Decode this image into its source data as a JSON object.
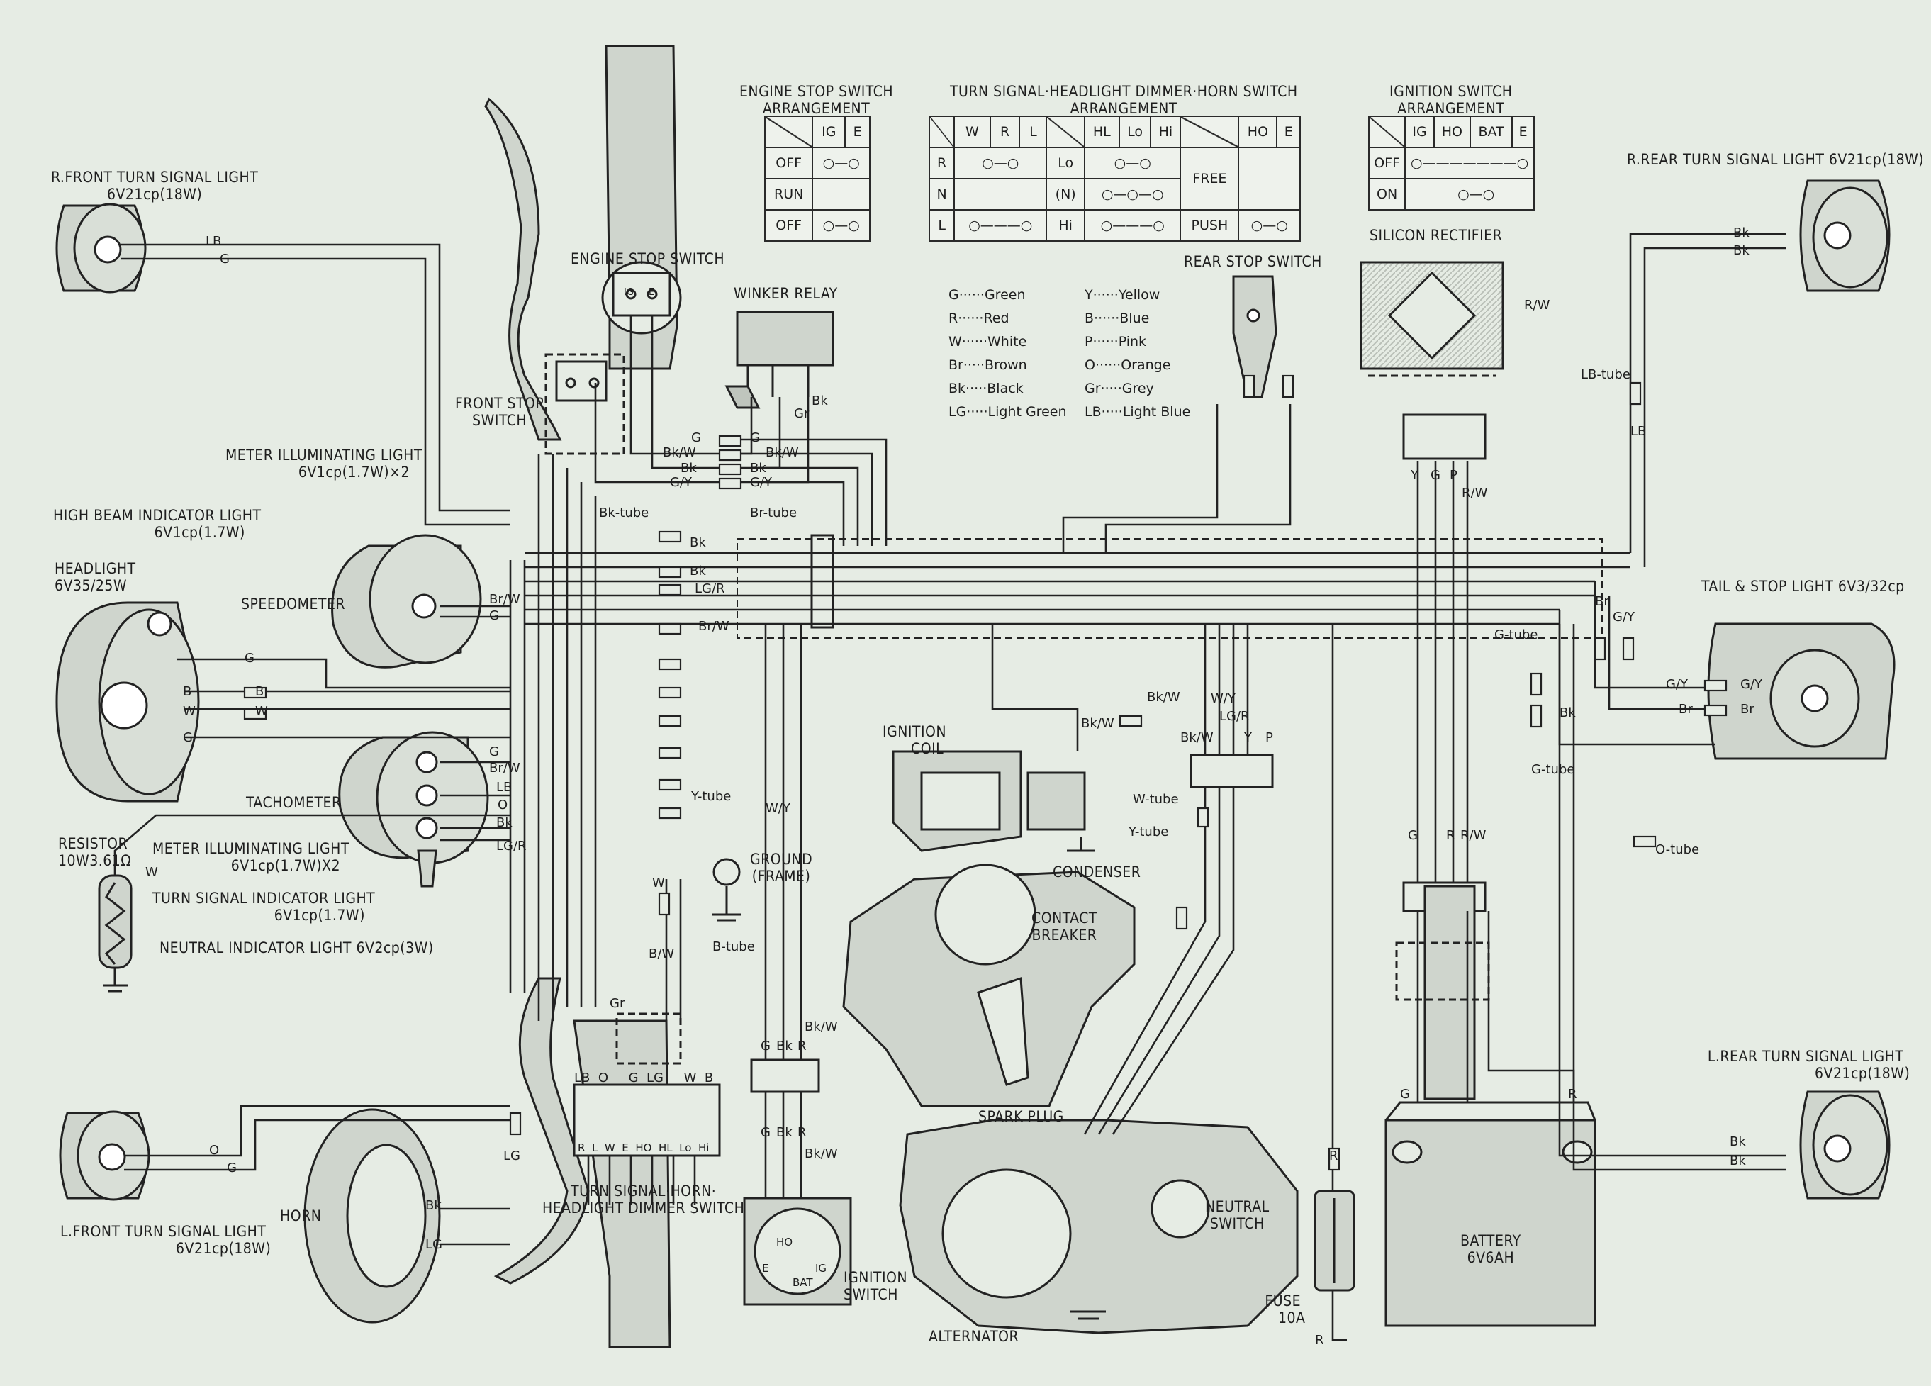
{
  "components": {
    "r_front_turn": {
      "name": "R.FRONT TURN SIGNAL LIGHT",
      "spec": "6V21cp(18W)"
    },
    "l_front_turn": {
      "name": "L.FRONT TURN SIGNAL LIGHT",
      "spec": "6V21cp(18W)"
    },
    "r_rear_turn": {
      "name": "R.REAR TURN SIGNAL LIGHT 6V21cp(18W)"
    },
    "l_rear_turn": {
      "name": "L.REAR TURN SIGNAL LIGHT",
      "spec": "6V21cp(18W)"
    },
    "meter_light_top": {
      "name": "METER ILLUMINATING LIGHT",
      "spec": "6V1cp(1.7W)×2"
    },
    "high_beam": {
      "name": "HIGH BEAM INDICATOR LIGHT",
      "spec": "6V1cp(1.7W)"
    },
    "headlight": {
      "name": "HEADLIGHT",
      "spec": "6V35/25W"
    },
    "speedometer": "SPEEDOMETER",
    "tachometer": "TACHOMETER",
    "resistor": {
      "name": "RESISTOR",
      "spec": "10W3.61Ω"
    },
    "meter_light_bottom": {
      "name": "METER ILLUMINATING LIGHT",
      "spec": "6V1cp(1.7W)X2"
    },
    "turn_indicator": {
      "name": "TURN SIGNAL INDICATOR LIGHT",
      "spec": "6V1cp(1.7W)"
    },
    "neutral_indicator": "NEUTRAL INDICATOR LIGHT 6V2cp(3W)",
    "horn": "HORN",
    "tshd_switch": {
      "line1": "TURN SIGNAL·HORN·",
      "line2": "HEADLIGHT DIMMER SWITCH"
    },
    "engine_stop": "ENGINE STOP SWITCH",
    "front_stop": {
      "line1": "FRONT STOP",
      "line2": "SWITCH"
    },
    "winker_relay": "WINKER RELAY",
    "rear_stop": "REAR STOP SWITCH",
    "silicon_rectifier": "SILICON RECTIFIER",
    "tail_stop": "TAIL & STOP LIGHT 6V3/32cp",
    "ignition_coil": {
      "line1": "IGNITION",
      "line2": "COIL"
    },
    "condenser": "CONDENSER",
    "contact_breaker": {
      "line1": "CONTACT",
      "line2": "BREAKER"
    },
    "spark_plug": "SPARK PLUG",
    "ground": {
      "line1": "GROUND",
      "line2": "(FRAME)"
    },
    "neutral_switch": {
      "line1": "NEUTRAL",
      "line2": "SWITCH"
    },
    "alternator": "ALTERNATOR",
    "ignition_switch": {
      "line1": "IGNITION",
      "line2": "SWITCH"
    },
    "fuse": {
      "line1": "FUSE",
      "line2": "10A"
    },
    "battery": {
      "line1": "BATTERY",
      "line2": "6V6AH"
    }
  },
  "tubes": {
    "bk_tube": "Bk-tube",
    "br_tube": "Br-tube",
    "y_tube": "Y-tube",
    "b_tube": "B-tube",
    "lb_tube": "LB-tube",
    "g_tube_top": "G-tube",
    "g_tube_bottom": "G-tube",
    "o_tube": "O-tube",
    "w_tube": "W-tube",
    "y_tube2": "Y-tube"
  },
  "tables": {
    "engine_stop": {
      "title1": "ENGINE STOP SWITCH",
      "title2": "ARRANGEMENT",
      "cols": [
        "IG",
        "E"
      ],
      "rows": [
        "OFF",
        "RUN",
        "OFF"
      ]
    },
    "tshd": {
      "title1": "TURN SIGNAL·HEADLIGHT DIMMER·HORN SWITCH",
      "title2": "ARRANGEMENT",
      "turn_cols": [
        "W",
        "R",
        "L"
      ],
      "turn_rows": [
        "R",
        "N",
        "L"
      ],
      "dim_cols": [
        "HL",
        "Lo",
        "Hi"
      ],
      "dim_rows": [
        "Lo",
        "(N)",
        "Hi"
      ],
      "horn_cols": [
        "HO",
        "E"
      ],
      "horn_rows": [
        "FREE",
        "PUSH"
      ]
    },
    "ignition": {
      "title1": "IGNITION SWITCH",
      "title2": "ARRANGEMENT",
      "cols": [
        "IG",
        "HO",
        "BAT",
        "E"
      ],
      "rows": [
        "OFF",
        "ON"
      ]
    }
  },
  "legend": [
    "G······Green",
    "R······Red",
    "W······White",
    "Br·····Brown",
    "Bk·····Black",
    "LG·····Light Green",
    "Y······Yellow",
    "B······Blue",
    "P······Pink",
    "O······Orange",
    "Gr·····Grey",
    "LB·····Light Blue"
  ],
  "wire_labels": {
    "lb": "LB",
    "g": "G",
    "bk": "Bk",
    "gr": "Gr",
    "bkw": "Bk/W",
    "gy": "G/Y",
    "brw": "Br/W",
    "lgr": "LG/R",
    "b": "B",
    "w": "W",
    "o": "O",
    "wy": "W/Y",
    "y": "Y",
    "p": "P",
    "rw": "R/W",
    "br": "Br",
    "lg": "LG",
    "r": "R",
    "bw": "B/W",
    "wl": "W/Y"
  },
  "switch_pins": {
    "tshd": [
      "R",
      "L",
      "W",
      "E",
      "HO",
      "HL",
      "Lo",
      "Hi"
    ],
    "tshd_top": [
      "LB",
      "O",
      "G",
      "LG",
      "W",
      "B"
    ],
    "ignition": [
      "HO",
      "E",
      "BAT",
      "IG"
    ],
    "engine_stop": [
      "IG",
      "E"
    ]
  }
}
